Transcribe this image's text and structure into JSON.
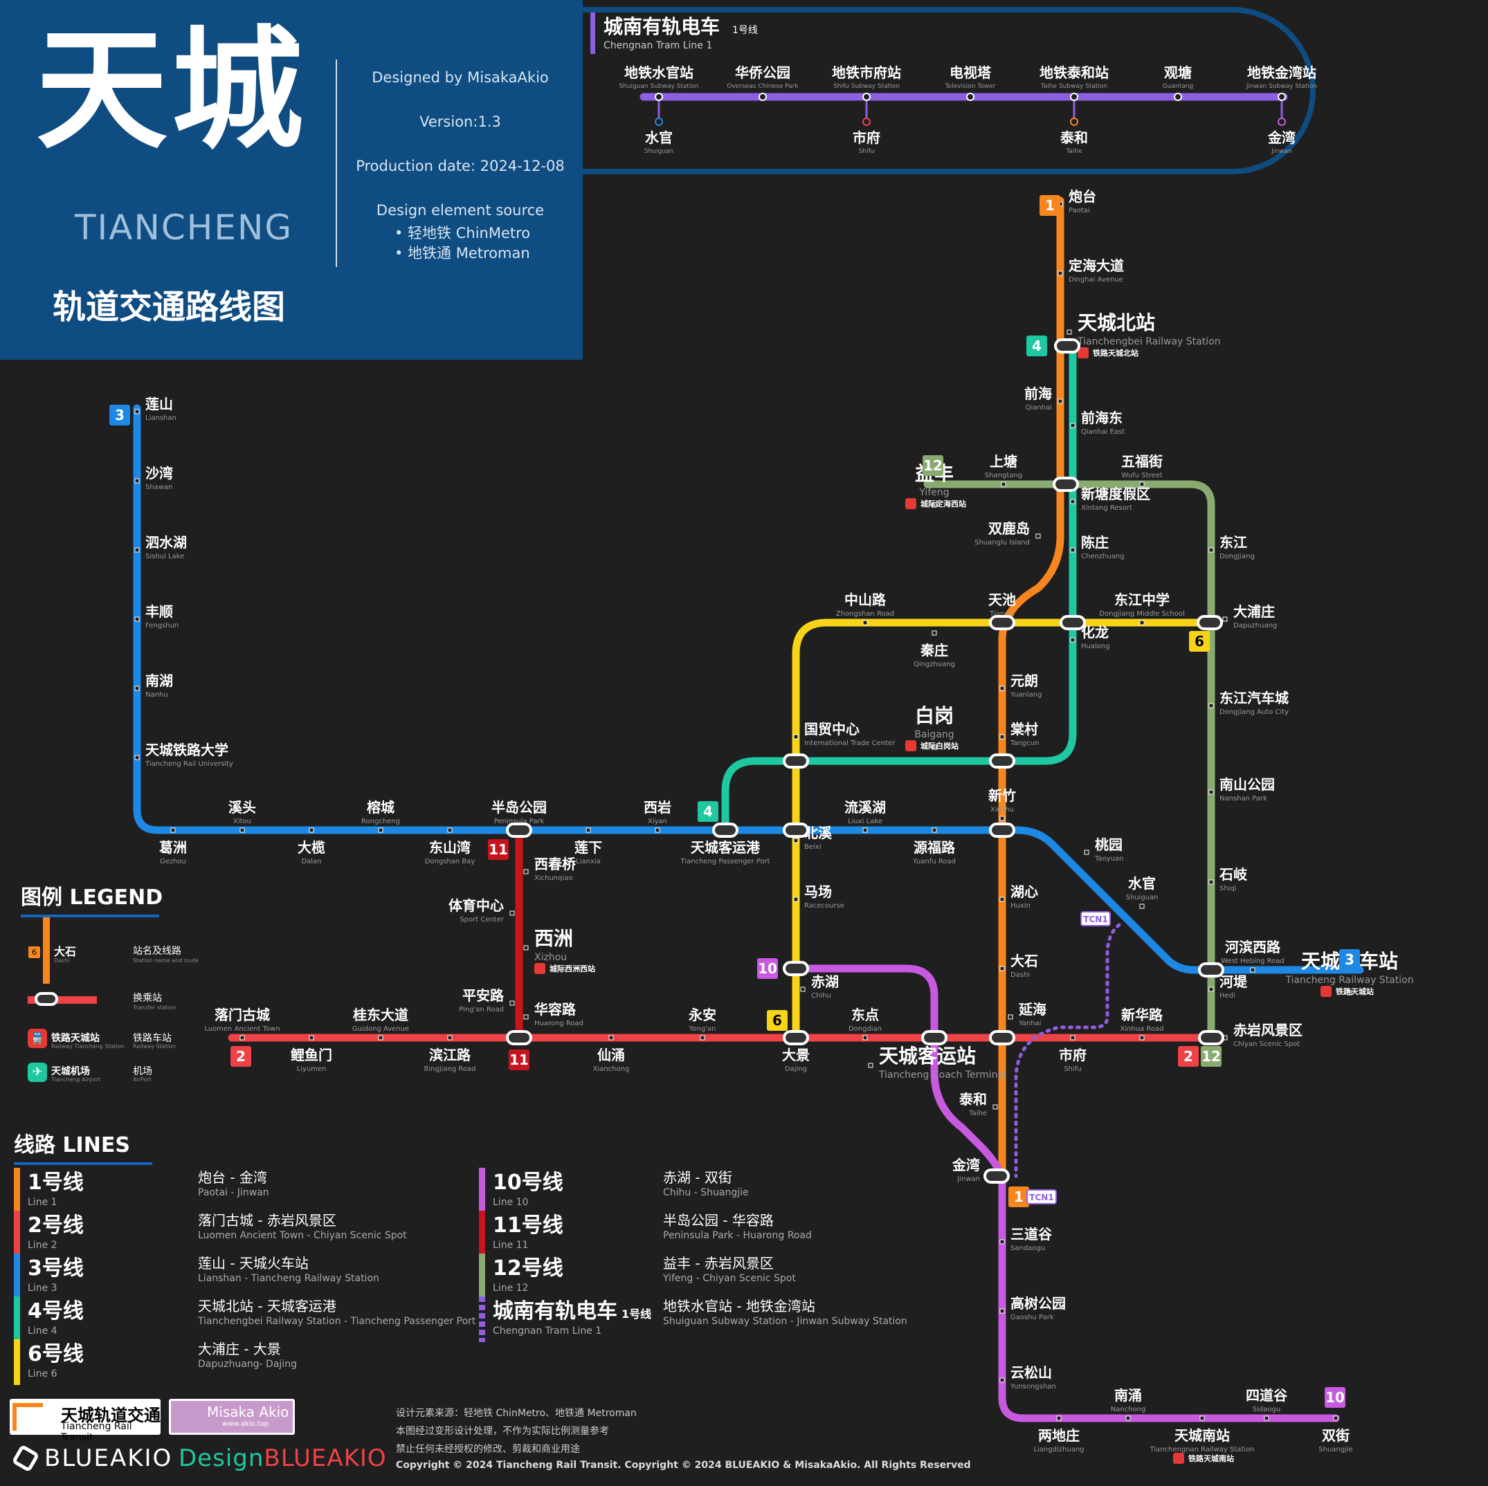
{
  "header": {
    "title_cn": "天城",
    "title_en": "TIANCHENG",
    "subtitle": "轨道交通路线图",
    "designer": "Designed by MisakaAkio",
    "version": "Version:1.3",
    "date": "Production date: 2024-12-08",
    "source_title": "Design element source",
    "source_1": "•  轻地铁 ChinMetro",
    "source_2": "•  地铁通 Metroman"
  },
  "tram": {
    "title": "城南有轨电车",
    "title_sub": "1号线",
    "title_en": "Chengnan Tram Line 1"
  },
  "badges": {
    "l1": "1",
    "l2": "2",
    "l3": "3",
    "l4": "4",
    "l6": "6",
    "l10": "10",
    "l11": "11",
    "l12": "12",
    "tcn1": "TCN1"
  },
  "colors": {
    "l1": "#f7861f",
    "l2": "#ef4246",
    "l3": "#1e88e5",
    "l4": "#1ec8a0",
    "l6": "#f7d417",
    "l10": "#c85ae0",
    "l11": "#c8141c",
    "l12": "#8aab70",
    "tram": "#8e5fe0",
    "header": "#0f4c81",
    "bg": "#1f1f1f",
    "rail": "#e53935",
    "airport": "#1ec8a0"
  },
  "stations": [
    {
      "id": "paotai",
      "cn": "炮台",
      "en": "Paotai"
    },
    {
      "id": "dinghai",
      "cn": "定海大道",
      "en": "Dinghai Avenue"
    },
    {
      "id": "tcbei",
      "cn": "天城北站",
      "en": "Tianchengbei Railway Station",
      "rail": "铁路天城北站"
    },
    {
      "id": "qianhai",
      "cn": "前海",
      "en": "Qianhai"
    },
    {
      "id": "qianhaie",
      "cn": "前海东",
      "en": "Qianhai East"
    },
    {
      "id": "shangtang",
      "cn": "上塘",
      "en": "Shangtang"
    },
    {
      "id": "wufu",
      "cn": "五福街",
      "en": "Wufu Street"
    },
    {
      "id": "xintang",
      "cn": "新塘度假区",
      "en": "Xintang Resort"
    },
    {
      "id": "yifeng",
      "cn": "益丰",
      "en": "Yifeng",
      "rail": "城际定海西站"
    },
    {
      "id": "shuanglu",
      "cn": "双鹿岛",
      "en": "Shuanglu Island"
    },
    {
      "id": "chenzhuang",
      "cn": "陈庄",
      "en": "Chenzhuang"
    },
    {
      "id": "dongjiang",
      "cn": "东江",
      "en": "Dongjiang"
    },
    {
      "id": "zhongshan",
      "cn": "中山路",
      "en": "Zhongshan Road"
    },
    {
      "id": "tianchi",
      "cn": "天池",
      "en": "Tianchi"
    },
    {
      "id": "djzx",
      "cn": "东江中学",
      "en": "Dongjiang Middle School"
    },
    {
      "id": "dapu",
      "cn": "大浦庄",
      "en": "Dapuzhuang"
    },
    {
      "id": "qinzhuang",
      "cn": "秦庄",
      "en": "Qingzhuang"
    },
    {
      "id": "hualong",
      "cn": "化龙",
      "en": "Hualong"
    },
    {
      "id": "yuanlang",
      "cn": "元朗",
      "en": "Yuanlang"
    },
    {
      "id": "djqc",
      "cn": "东江汽车城",
      "en": "Dongjiang Auto City"
    },
    {
      "id": "gmzx",
      "cn": "国贸中心",
      "en": "International Trade Center"
    },
    {
      "id": "baigang",
      "cn": "白岗",
      "en": "Baigang",
      "rail": "城际白岗站"
    },
    {
      "id": "tangcun",
      "cn": "棠村",
      "en": "Tangcun"
    },
    {
      "id": "nanshan",
      "cn": "南山公园",
      "en": "Nanshan Park"
    },
    {
      "id": "lianshan",
      "cn": "莲山",
      "en": "Lianshan"
    },
    {
      "id": "shawan",
      "cn": "沙湾",
      "en": "Shawan"
    },
    {
      "id": "sishui",
      "cn": "泗水湖",
      "en": "Sishui Lake"
    },
    {
      "id": "fengshun",
      "cn": "丰顺",
      "en": "Fengshun"
    },
    {
      "id": "nanhu",
      "cn": "南湖",
      "en": "Nanhu"
    },
    {
      "id": "tcrailu",
      "cn": "天城铁路大学",
      "en": "Tiancheng Rail University"
    },
    {
      "id": "xitou",
      "cn": "溪头",
      "en": "Xitou"
    },
    {
      "id": "rongcheng",
      "cn": "榕城",
      "en": "Rongcheng"
    },
    {
      "id": "bandao",
      "cn": "半岛公园",
      "en": "Peninsula Park"
    },
    {
      "id": "xiyan",
      "cn": "西岩",
      "en": "Xiyan"
    },
    {
      "id": "liuxi",
      "cn": "流溪湖",
      "en": "Liuxi Lake"
    },
    {
      "id": "xinzhu",
      "cn": "新竹",
      "en": "Xinzhu"
    },
    {
      "id": "gezhou",
      "cn": "葛洲",
      "en": "Gezhou"
    },
    {
      "id": "dalan",
      "cn": "大榄",
      "en": "Dalan"
    },
    {
      "id": "dongshanwan",
      "cn": "东山湾",
      "en": "Dongshan Bay"
    },
    {
      "id": "lianxia",
      "cn": "莲下",
      "en": "Lianxia"
    },
    {
      "id": "tckyg",
      "cn": "天城客运港",
      "en": "Tiancheng Passenger Port"
    },
    {
      "id": "beixi",
      "cn": "北溪",
      "en": "Beixi"
    },
    {
      "id": "yuanfu",
      "cn": "源福路",
      "en": "Yuanfu Road"
    },
    {
      "id": "taoyuan",
      "cn": "桃园",
      "en": "Taoyuan"
    },
    {
      "id": "xichunqiao",
      "cn": "西春桥",
      "en": "Xichunqiao"
    },
    {
      "id": "tiyu",
      "cn": "体育中心",
      "en": "Sport Center"
    },
    {
      "id": "xizhou",
      "cn": "西洲",
      "en": "Xizhou",
      "rail": "城际西洲西站"
    },
    {
      "id": "machang",
      "cn": "马场",
      "en": "Racecourse"
    },
    {
      "id": "huxin",
      "cn": "湖心",
      "en": "Huxin"
    },
    {
      "id": "shuiguan",
      "cn": "水官",
      "en": "Shuiguan"
    },
    {
      "id": "shiqi",
      "cn": "石岐",
      "en": "Shiqi"
    },
    {
      "id": "dashi",
      "cn": "大石",
      "en": "Dashi"
    },
    {
      "id": "hbxl",
      "cn": "河滨西路",
      "en": "West Hebing Road"
    },
    {
      "id": "tchcz",
      "cn": "天城火车站",
      "en": "Tiancheng Railway Station",
      "rail": "铁路天城站"
    },
    {
      "id": "hedi",
      "cn": "河堤",
      "en": "Hedi"
    },
    {
      "id": "pingan",
      "cn": "平安路",
      "en": "Ping'an Road"
    },
    {
      "id": "chihu",
      "cn": "赤湖",
      "en": "Chihu"
    },
    {
      "id": "luomen",
      "cn": "落门古城",
      "en": "Luomen Ancient Town"
    },
    {
      "id": "guidong",
      "cn": "桂东大道",
      "en": "Guidong Avenue"
    },
    {
      "id": "huarong",
      "cn": "华容路",
      "en": "Huarong Road"
    },
    {
      "id": "yongan",
      "cn": "永安",
      "en": "Yong'an"
    },
    {
      "id": "dongdian",
      "cn": "东点",
      "en": "Dongdian"
    },
    {
      "id": "yanhai",
      "cn": "延海",
      "en": "Yanhai"
    },
    {
      "id": "xinhua",
      "cn": "新华路",
      "en": "Xinhua Road"
    },
    {
      "id": "chiyan",
      "cn": "赤岩风景区",
      "en": "Chiyan Scenic Spot"
    },
    {
      "id": "liyumen",
      "cn": "鲤鱼门",
      "en": "Liyumen"
    },
    {
      "id": "binjiang",
      "cn": "滨江路",
      "en": "Bingjiang Road"
    },
    {
      "id": "xianyong",
      "cn": "仙涌",
      "en": "Xianchong"
    },
    {
      "id": "dajing",
      "cn": "大景",
      "en": "Dajing"
    },
    {
      "id": "tckyz",
      "cn": "天城客运站",
      "en": "Tiancheng Coach Terminal"
    },
    {
      "id": "shifu",
      "cn": "市府",
      "en": "Shifu"
    },
    {
      "id": "taihe",
      "cn": "泰和",
      "en": "Taihe"
    },
    {
      "id": "jinwan",
      "cn": "金湾",
      "en": "Jinwan"
    },
    {
      "id": "sandaogu",
      "cn": "三道谷",
      "en": "Sandaogu"
    },
    {
      "id": "gaoshu",
      "cn": "高树公园",
      "en": "Gaoshu Park"
    },
    {
      "id": "yunsong",
      "cn": "云松山",
      "en": "Yunsongshan"
    },
    {
      "id": "nanyong",
      "cn": "南涌",
      "en": "Nanchong"
    },
    {
      "id": "sidaogu",
      "cn": "四道谷",
      "en": "Sidaogu"
    },
    {
      "id": "liangdi",
      "cn": "两地庄",
      "en": "Liangdizhuang"
    },
    {
      "id": "tcnan",
      "cn": "天城南站",
      "en": "Tianchengnan Railway Station",
      "rail": "铁路天城南站"
    },
    {
      "id": "shuangjie",
      "cn": "双街",
      "en": "Shuangjie"
    }
  ],
  "tram_stations": [
    {
      "id": "t1",
      "cn": "地铁水官站",
      "en": "Shuiguan Subway Station"
    },
    {
      "id": "t2",
      "cn": "华侨公园",
      "en": "Overseas Chinese Park"
    },
    {
      "id": "t3",
      "cn": "地铁市府站",
      "en": "Shifu Subway Station"
    },
    {
      "id": "t4",
      "cn": "电视塔",
      "en": "Television Tower"
    },
    {
      "id": "t5",
      "cn": "地铁泰和站",
      "en": "Taihe Subway Station"
    },
    {
      "id": "t6",
      "cn": "观塘",
      "en": "Guantang"
    },
    {
      "id": "t7",
      "cn": "地铁金湾站",
      "en": "Jinwan Subway Station"
    },
    {
      "id": "tb1",
      "cn": "水官",
      "en": "Shuiguan"
    },
    {
      "id": "tb2",
      "cn": "市府",
      "en": "Shifu"
    },
    {
      "id": "tb3",
      "cn": "泰和",
      "en": "Taihe"
    },
    {
      "id": "tb4",
      "cn": "金湾",
      "en": "Jinwan"
    }
  ],
  "legend": {
    "title": "图例 LEGEND",
    "station_cn": "大石",
    "station_en": "Dashi",
    "station_label": "站名及线路",
    "station_label_en": "Station name and route",
    "transfer_label": "换乘站",
    "transfer_label_en": "Transfer station",
    "rail_name": "铁路天城站",
    "rail_name_en": "Railway Tiancheng Station",
    "rail_label": "铁路车站",
    "rail_label_en": "Railway Station",
    "airport_name": "天城机场",
    "airport_name_en": "Tiancheng Airport",
    "airport_label": "机场",
    "airport_label_en": "AirPort"
  },
  "lines_title": "线路 LINES",
  "lines": [
    {
      "key": "l1",
      "name": "1号线",
      "en": "Line 1",
      "route": "炮台 - 金湾",
      "route_en": "Paotai - Jinwan"
    },
    {
      "key": "l2",
      "name": "2号线",
      "en": "Line 2",
      "route": "落门古城 - 赤岩风景区",
      "route_en": "Luomen Ancient Town - Chiyan Scenic Spot"
    },
    {
      "key": "l3",
      "name": "3号线",
      "en": "Line 3",
      "route": "莲山 - 天城火车站",
      "route_en": "Lianshan - Tiancheng Railway Station"
    },
    {
      "key": "l4",
      "name": "4号线",
      "en": "Line 4",
      "route": "天城北站 - 天城客运港",
      "route_en": "Tianchengbei Railway Station - Tiancheng Passenger Port"
    },
    {
      "key": "l6",
      "name": "6号线",
      "en": "Line 6",
      "route": "大浦庄 - 大景",
      "route_en": "Dapuzhuang- Dajing"
    },
    {
      "key": "l10",
      "name": "10号线",
      "en": "Line 10",
      "route": "赤湖 - 双街",
      "route_en": "Chihu - Shuangjie"
    },
    {
      "key": "l11",
      "name": "11号线",
      "en": "Line 11",
      "route": "半岛公园 - 华容路",
      "route_en": "Peninsula Park - Huarong Road"
    },
    {
      "key": "l12",
      "name": "12号线",
      "en": "Line 12",
      "route": "益丰 - 赤岩风景区",
      "route_en": "Yifeng - Chiyan Scenic Spot"
    },
    {
      "key": "tram",
      "name": "城南有轨电车",
      "sub": "1号线",
      "en": "Chengnan Tram Line 1",
      "route": "地铁水官站 - 地铁金湾站",
      "route_en": "Shuiguan Subway Station - Jinwan Subway Station"
    }
  ],
  "logos": {
    "brand_cn": "天城轨道交通",
    "brand_en": "Tiancheng Rail Transit",
    "misaka": "Misaka Akio",
    "misaka_url": "www.akio.top",
    "blueakio": "BLUEAKIO",
    "design_prefix": "Design",
    "design_suffix": "BLUEAKIO"
  },
  "footer": {
    "line1": "设计元素来源：轻地铁 ChinMetro、地铁通 Metroman",
    "line2": "本图经过变形设计处理，不作为实际比例测量参考",
    "line3": "禁止任何未经授权的修改、剪裁和商业用途",
    "line4": "Copyright © 2024 Tiancheng Rail Transit. Copyright © 2024 BLUEAKIO & MisakaAkio. All Rights Reserved"
  }
}
